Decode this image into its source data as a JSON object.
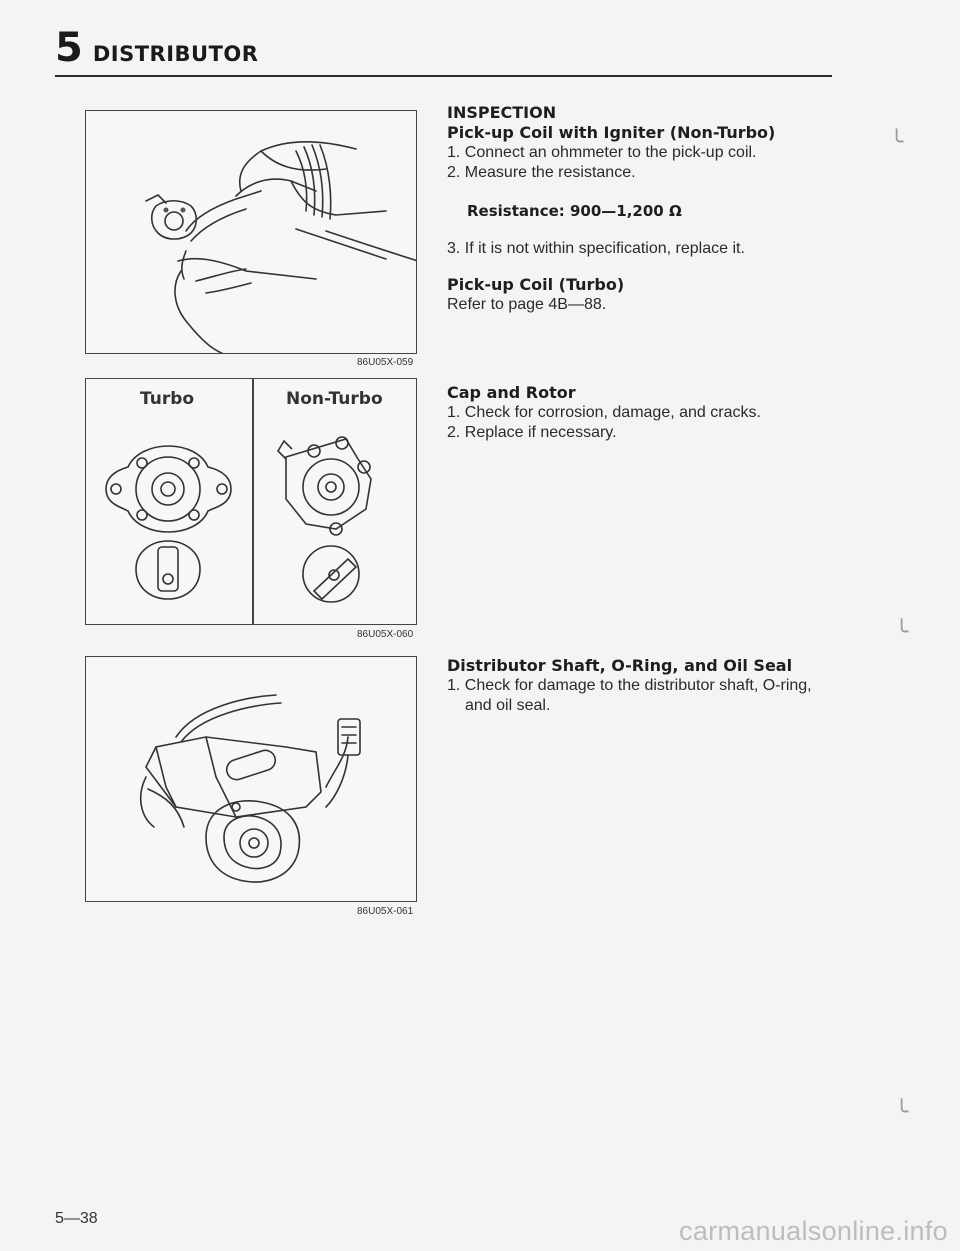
{
  "header": {
    "section_number": "5",
    "section_title": "DISTRIBUTOR"
  },
  "figures": {
    "fig1": {
      "code": "86U05X-059"
    },
    "fig2": {
      "code": "86U05X-060",
      "label_left": "Turbo",
      "label_right": "Non-Turbo"
    },
    "fig3": {
      "code": "86U05X-061"
    }
  },
  "inspection": {
    "title": "INSPECTION",
    "pickup_nonturbo": {
      "heading": "Pick-up Coil with Igniter (Non-Turbo)",
      "step1": "1. Connect an ohmmeter to the pick-up coil.",
      "step2": "2. Measure the resistance.",
      "spec": "Resistance: 900—1,200 Ω",
      "step3": "3. If it is not within specification, replace it."
    },
    "pickup_turbo": {
      "heading": "Pick-up Coil (Turbo)",
      "text": "Refer to page 4B—88."
    },
    "cap_rotor": {
      "heading": "Cap and Rotor",
      "step1": "1. Check for corrosion, damage, and cracks.",
      "step2": "2. Replace if necessary."
    },
    "shaft": {
      "heading": "Distributor Shaft, O-Ring, and Oil Seal",
      "step1_line1": "1. Check for damage to the distributor shaft, O-ring,",
      "step1_line2": "and oil seal."
    }
  },
  "footer": {
    "page_number": "5—38"
  },
  "watermark": "carmanualsonline.info"
}
